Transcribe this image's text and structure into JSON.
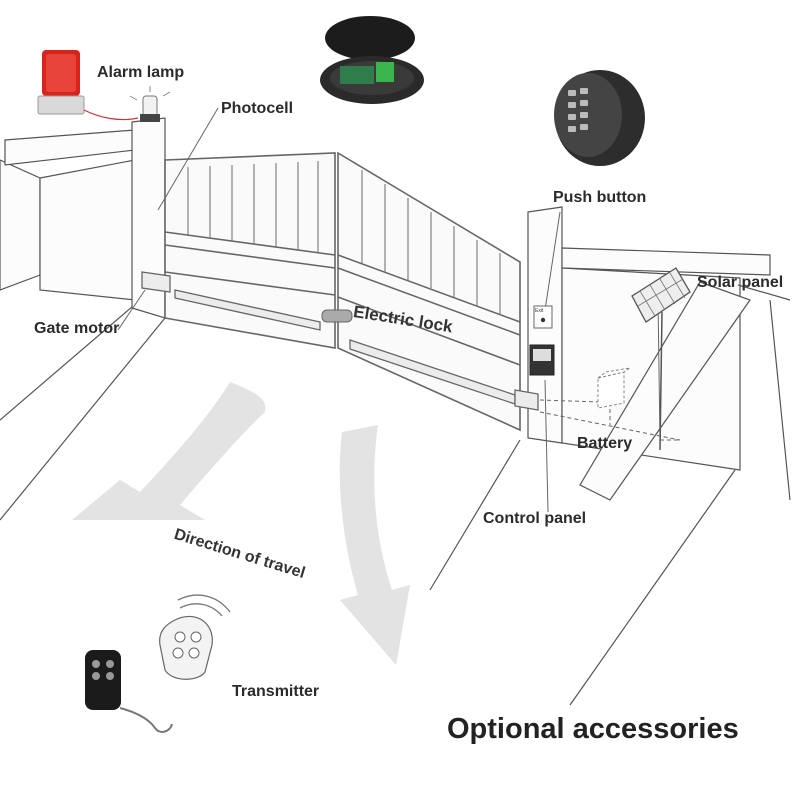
{
  "labels": {
    "alarm_lamp": "Alarm lamp",
    "photocell": "Photocell",
    "push_button": "Push button",
    "solar_panel": "Solar panel",
    "gate_motor": "Gate motor",
    "electric_lock": "Electric lock",
    "battery": "Battery",
    "control_panel": "Control panel",
    "direction_of_travel": "Direction of travel",
    "transmitter": "Transmitter",
    "optional_accessories": "Optional accessories"
  },
  "keypad_exit_label": "Exit",
  "colors": {
    "line": "#555555",
    "arrow_fill": "#e3e3e3",
    "alarm_lamp": "#d9231d",
    "device_dark": "#2a2a2a",
    "pcb": "#2f7d4a",
    "terminal": "#39b54a",
    "wall_fill": "#fcfcfc"
  }
}
